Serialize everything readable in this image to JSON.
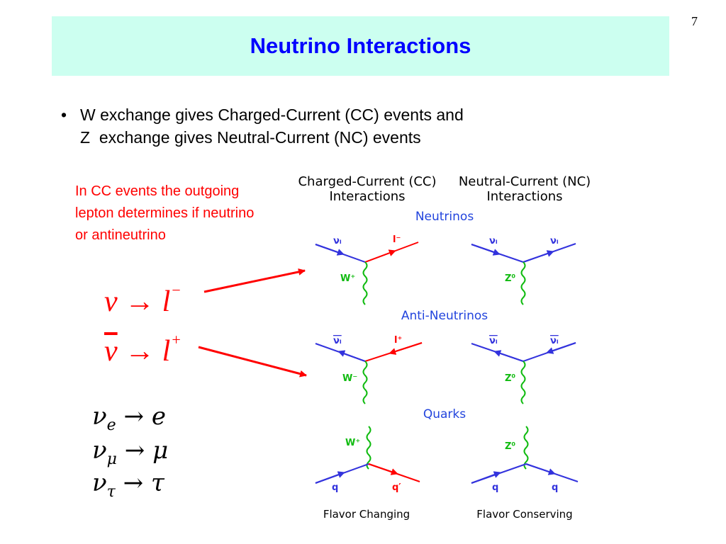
{
  "slide_number": "7",
  "title": "Neutrino Interactions",
  "bullet": {
    "symbol": "•",
    "line1": "W exchange gives Charged-Current (CC) events and",
    "line2": "Z  exchange gives Neutral-Current (NC) events"
  },
  "cc_note": "In CC events the outgoing lepton determines if neutrino or antineutrino",
  "equations": {
    "nu": "ν",
    "arrow": "→",
    "l": "l",
    "minus": "−",
    "plus": "+"
  },
  "flavors": [
    {
      "nu": "ν",
      "sub": "e",
      "arrow": "→",
      "lepton": "e"
    },
    {
      "nu": "ν",
      "sub": "μ",
      "arrow": "→",
      "lepton": "μ"
    },
    {
      "nu": "ν",
      "sub": "τ",
      "arrow": "→",
      "lepton": "τ"
    }
  ],
  "diagram": {
    "cc_header_line1": "Charged-Current (CC)",
    "cc_header_line2": "Interactions",
    "nc_header_line1": "Neutral-Current (NC)",
    "nc_header_line2": "Interactions",
    "section_neutrinos": "Neutrinos",
    "section_antineutrinos": "Anti-Neutrinos",
    "section_quarks": "Quarks",
    "nu_l": "νₗ",
    "l_minus": "l⁻",
    "l_plus": "l⁺",
    "w_plus": "W⁺",
    "w_minus": "W⁻",
    "z0": "Z⁰",
    "q": "q",
    "q_prime": "q′",
    "footer_cc": "Flavor Changing",
    "footer_nc": "Flavor Conserving"
  },
  "colors": {
    "title_bg": "#ccfff0",
    "title_text": "#0000ff",
    "accent_red": "#ff0000",
    "fermion_blue": "#3333dd",
    "boson_green": "#11bb11",
    "section_blue": "#2244dd"
  }
}
